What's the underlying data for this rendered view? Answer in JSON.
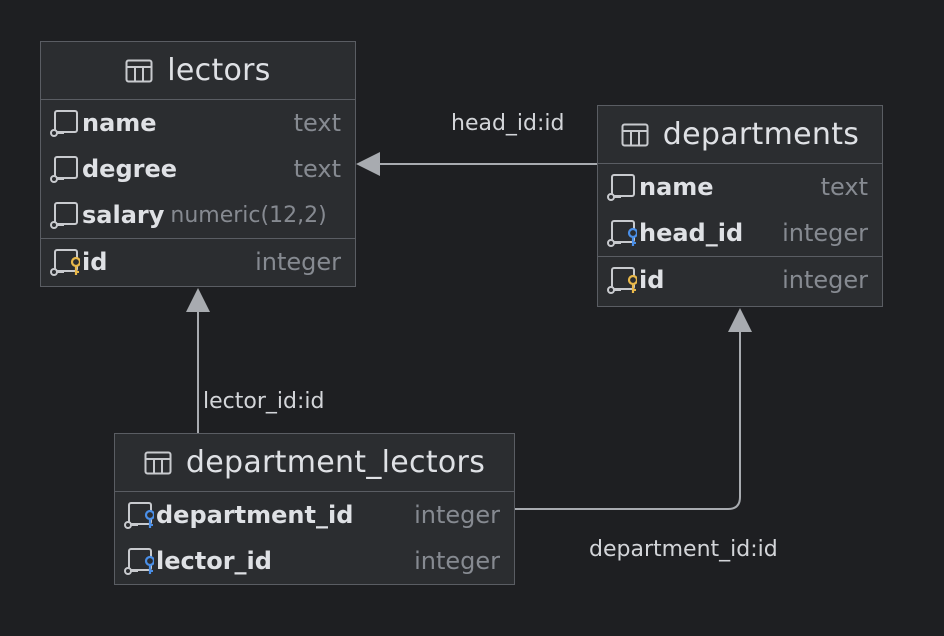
{
  "tables": {
    "lectors": {
      "name": "lectors",
      "columns": [
        {
          "name": "name",
          "type": "text"
        },
        {
          "name": "degree",
          "type": "text"
        },
        {
          "name": "salary",
          "type": "numeric(12,2)"
        }
      ],
      "pk": {
        "name": "id",
        "type": "integer"
      }
    },
    "departments": {
      "name": "departments",
      "columns": [
        {
          "name": "name",
          "type": "text"
        },
        {
          "name": "head_id",
          "type": "integer"
        }
      ],
      "pk": {
        "name": "id",
        "type": "integer"
      }
    },
    "department_lectors": {
      "name": "department_lectors",
      "columns": [
        {
          "name": "department_id",
          "type": "integer"
        },
        {
          "name": "lector_id",
          "type": "integer"
        }
      ]
    }
  },
  "relations": {
    "head": "head_id:id",
    "lector": "lector_id:id",
    "department": "department_id:id"
  },
  "icons": {
    "table": "table-icon",
    "column": "column-icon",
    "foreign_key": "foreign-key-icon",
    "primary_key": "primary-key-icon"
  },
  "colors": {
    "background": "#1e1f22",
    "table_fill": "#2b2d30",
    "border": "#5a5d63",
    "text": "#dfe1e5",
    "type_text": "#868a91",
    "edge": "#a8abb0",
    "fk_key": "#4a8fe8",
    "pk_key": "#e8b84a"
  }
}
